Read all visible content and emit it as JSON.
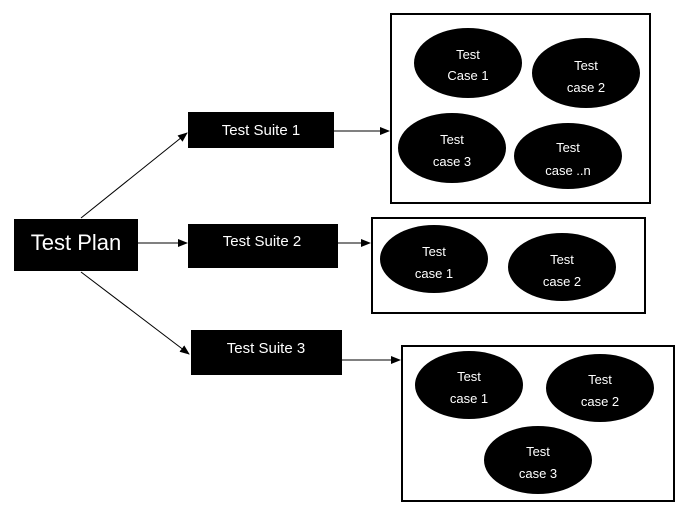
{
  "colors": {
    "node_fill": "#000000",
    "node_text": "#ffffff",
    "container_border": "#000000",
    "arrow": "#000000",
    "background": "#ffffff"
  },
  "plan": {
    "label": "Test Plan"
  },
  "suites": [
    {
      "label": "Test Suite 1",
      "cases": [
        {
          "line1": "Test",
          "line2": "Case 1"
        },
        {
          "line1": "Test",
          "line2": "case 2"
        },
        {
          "line1": "Test",
          "line2": "case 3"
        },
        {
          "line1": "Test",
          "line2": "case ..n"
        }
      ]
    },
    {
      "label": "Test Suite 2",
      "cases": [
        {
          "line1": "Test",
          "line2": "case 1"
        },
        {
          "line1": "Test",
          "line2": "case 2"
        }
      ]
    },
    {
      "label": "Test Suite 3",
      "cases": [
        {
          "line1": "Test",
          "line2": "case 1"
        },
        {
          "line1": "Test",
          "line2": "case 2"
        },
        {
          "line1": "Test",
          "line2": "case 3"
        }
      ]
    }
  ]
}
